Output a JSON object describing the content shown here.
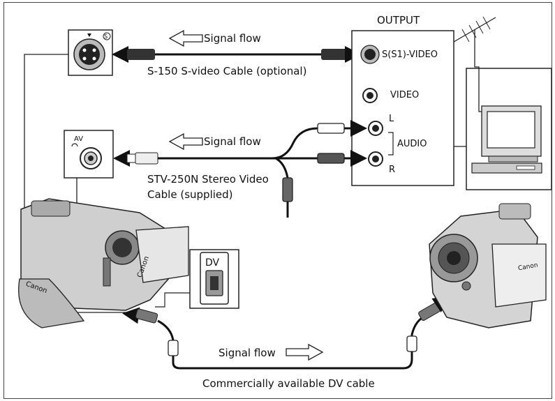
{
  "labels": {
    "output": "OUTPUT",
    "svideo_port": "S(S1)-VIDEO",
    "video_port": "VIDEO",
    "audio": "AUDIO",
    "audio_l": "L",
    "audio_r": "R",
    "av": "AV",
    "dv": "DV",
    "signal_flow": "Signal flow",
    "svideo_cable": "S-150 S-video Cable (optional)",
    "stereo_cable_line1": "STV-250N Stereo Video",
    "stereo_cable_line2": "Cable (supplied)",
    "dv_cable": "Commercially available DV cable",
    "brand": "Canon",
    "s_symbol": "S"
  },
  "icons": [
    "s-video-jack-icon",
    "av-jack-icon",
    "dv-port-icon",
    "antenna-icon",
    "tv-icon",
    "vcr-icon",
    "camcorder-icon",
    "arrow-left-icon",
    "arrow-right-icon",
    "rca-plug-icon"
  ]
}
